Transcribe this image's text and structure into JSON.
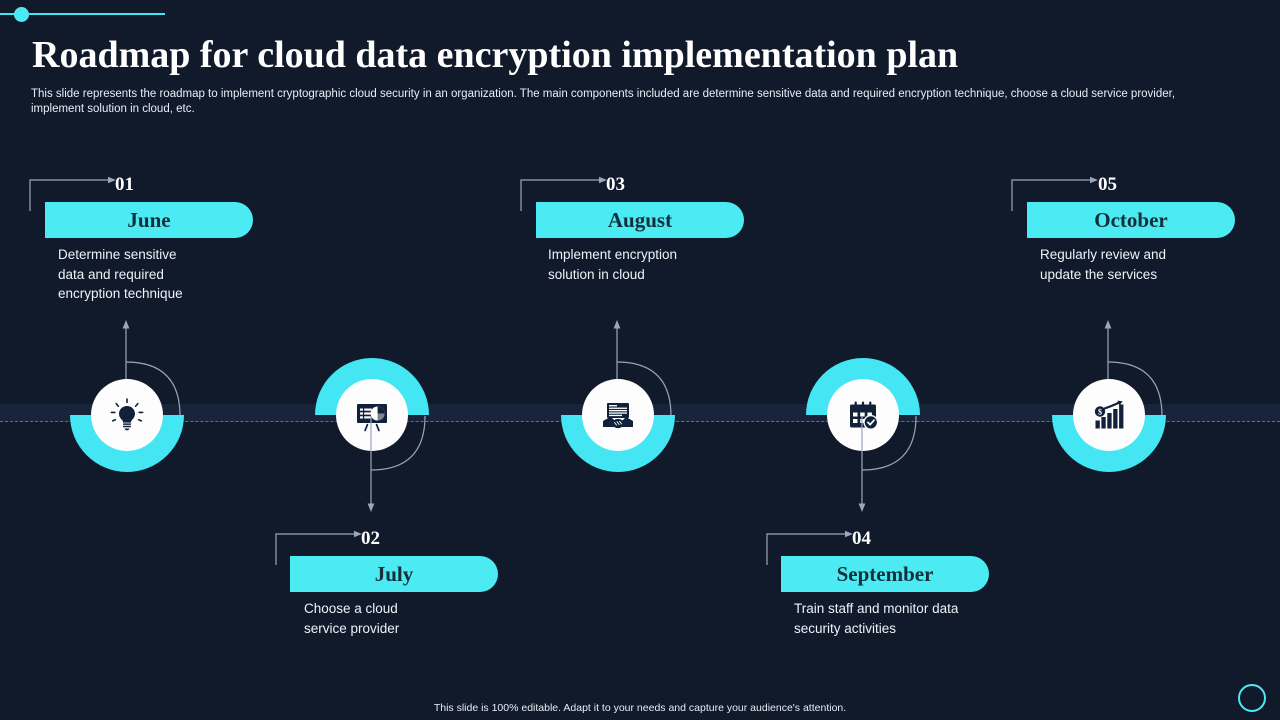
{
  "header": {
    "title": "Roadmap for cloud data encryption implementation plan",
    "subtitle": "This slide represents the roadmap to implement cryptographic cloud security in an organization. The main components included are determine sensitive data and required encryption technique, choose a cloud service provider, implement solution in cloud, etc."
  },
  "theme": {
    "background": "#101a2b",
    "accent": "#4ceaf3",
    "pill_text": "#12303a",
    "text": "#ffffff",
    "dash_line": "#4a8f93"
  },
  "milestones": [
    {
      "number": "01",
      "month": "June",
      "description": "Determine sensitive\ndata and required\nencryption technique",
      "icon": "lightbulb-icon",
      "position": "above"
    },
    {
      "number": "02",
      "month": "July",
      "description": "Choose a cloud\nservice provider",
      "icon": "presentation-chart-icon",
      "position": "below"
    },
    {
      "number": "03",
      "month": "August",
      "description": "Implement  encryption\nsolution in cloud",
      "icon": "handshake-document-icon",
      "position": "above"
    },
    {
      "number": "04",
      "month": "September",
      "description": "Train staff and monitor data\nsecurity activities",
      "icon": "calendar-clock-icon",
      "position": "below"
    },
    {
      "number": "05",
      "month": "October",
      "description": "Regularly  review and\nupdate the services",
      "icon": "growth-chart-dollar-icon",
      "position": "above"
    }
  ],
  "footer": {
    "note": "This slide is 100% editable.  Adapt it to your needs and capture your audience's attention."
  }
}
